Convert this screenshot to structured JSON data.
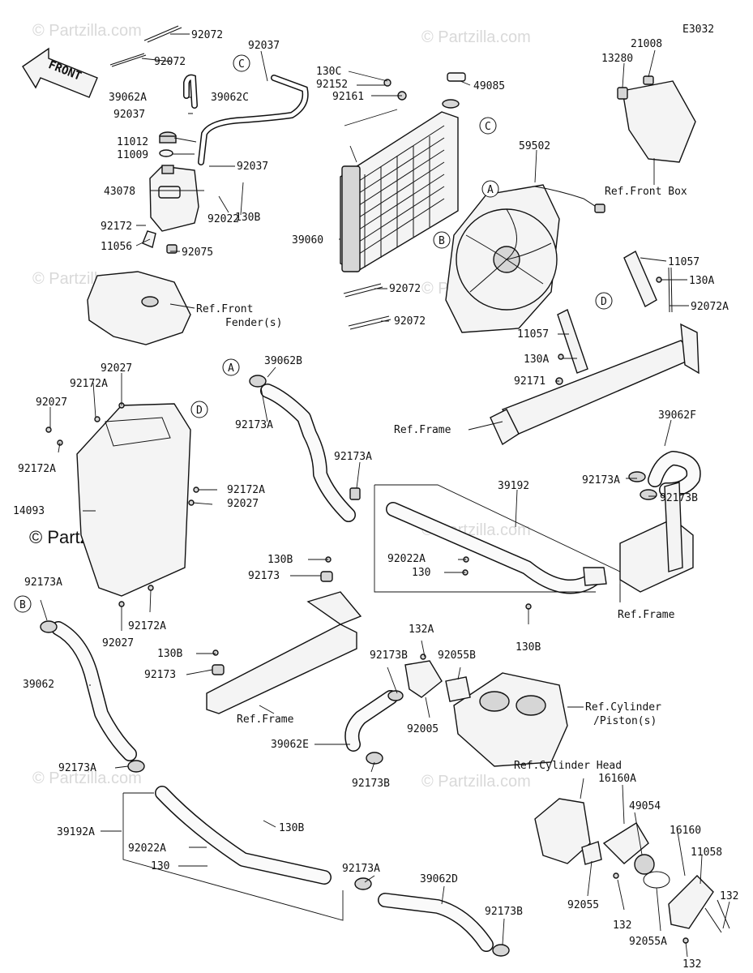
{
  "diagram_code": "E3032",
  "direction_label": "FRONT",
  "watermark": "© Partzilla.com",
  "watermark_main": "© Partzilla.com",
  "callouts": [
    "A",
    "B",
    "C",
    "D"
  ],
  "labels": {
    "p92072a": "92072",
    "p92072b": "92072",
    "p92037a": "92037",
    "p39062a": "39062A",
    "p92037b": "92037",
    "p39062c": "39062C",
    "p11012": "11012",
    "p11009": "11009",
    "p92037c": "92037",
    "p43078": "43078",
    "p92022a": "92022",
    "p130b1": "130B",
    "p92172a": "92172",
    "p11056": "11056",
    "p92075": "92075",
    "refFrontFender1": "Ref.Front",
    "refFrontFender2": "Fender(s)",
    "p130c": "130C",
    "p92152": "92152",
    "p92161": "92161",
    "p49085": "49085",
    "p59502": "59502",
    "p39060": "39060",
    "p92072c": "92072",
    "p92072d": "92072",
    "p21008": "21008",
    "p13280": "13280",
    "refFrontBox": "Ref.Front Box",
    "p11057a": "11057",
    "p130a1": "130A",
    "p92072A": "92072A",
    "p11057b": "11057",
    "p130a2": "130A",
    "p92171": "92171",
    "refFrame1": "Ref.Frame",
    "p39062b": "39062B",
    "p92173a1": "92173A",
    "p92173a2": "92173A",
    "p92027a": "92027",
    "p92172A1": "92172A",
    "p92027b": "92027",
    "p92172A2": "92172A",
    "p92172A3": "92172A",
    "p92027c": "92027",
    "p14093": "14093",
    "p92172A4": "92172A",
    "p92027d": "92027",
    "p39062f": "39062F",
    "p92173a3": "92173A",
    "p92173b1": "92173B",
    "p39192": "39192",
    "p92022A1": "92022A",
    "p130x1": "130",
    "refFrame2": "Ref.Frame",
    "p130b2": "130B",
    "p130b3": "130B",
    "p92173x1": "92173",
    "p130b4": "130B",
    "p92173x2": "92173",
    "refFrame3": "Ref.Frame",
    "p92173a4": "92173A",
    "p39062": "39062",
    "p132a": "132A",
    "p92173b2": "92173B",
    "p92055b": "92055B",
    "refCylinder1": "Ref.Cylinder",
    "refCylinder2": "/Piston(s)",
    "p92005": "92005",
    "p39062e": "39062E",
    "p92173b3": "92173B",
    "refCylHead": "Ref.Cylinder Head",
    "p16160a": "16160A",
    "p49054": "49054",
    "p92055": "92055",
    "p16160": "16160",
    "p11058": "11058",
    "p132b": "132",
    "p132c": "132",
    "p92055a": "92055A",
    "p132d": "132",
    "p92173a5": "92173A",
    "p39192a": "39192A",
    "p92022A2": "92022A",
    "p130x2": "130",
    "p130b5": "130B",
    "p92173a6": "92173A",
    "p39062d": "39062D",
    "p92173b4": "92173B"
  }
}
